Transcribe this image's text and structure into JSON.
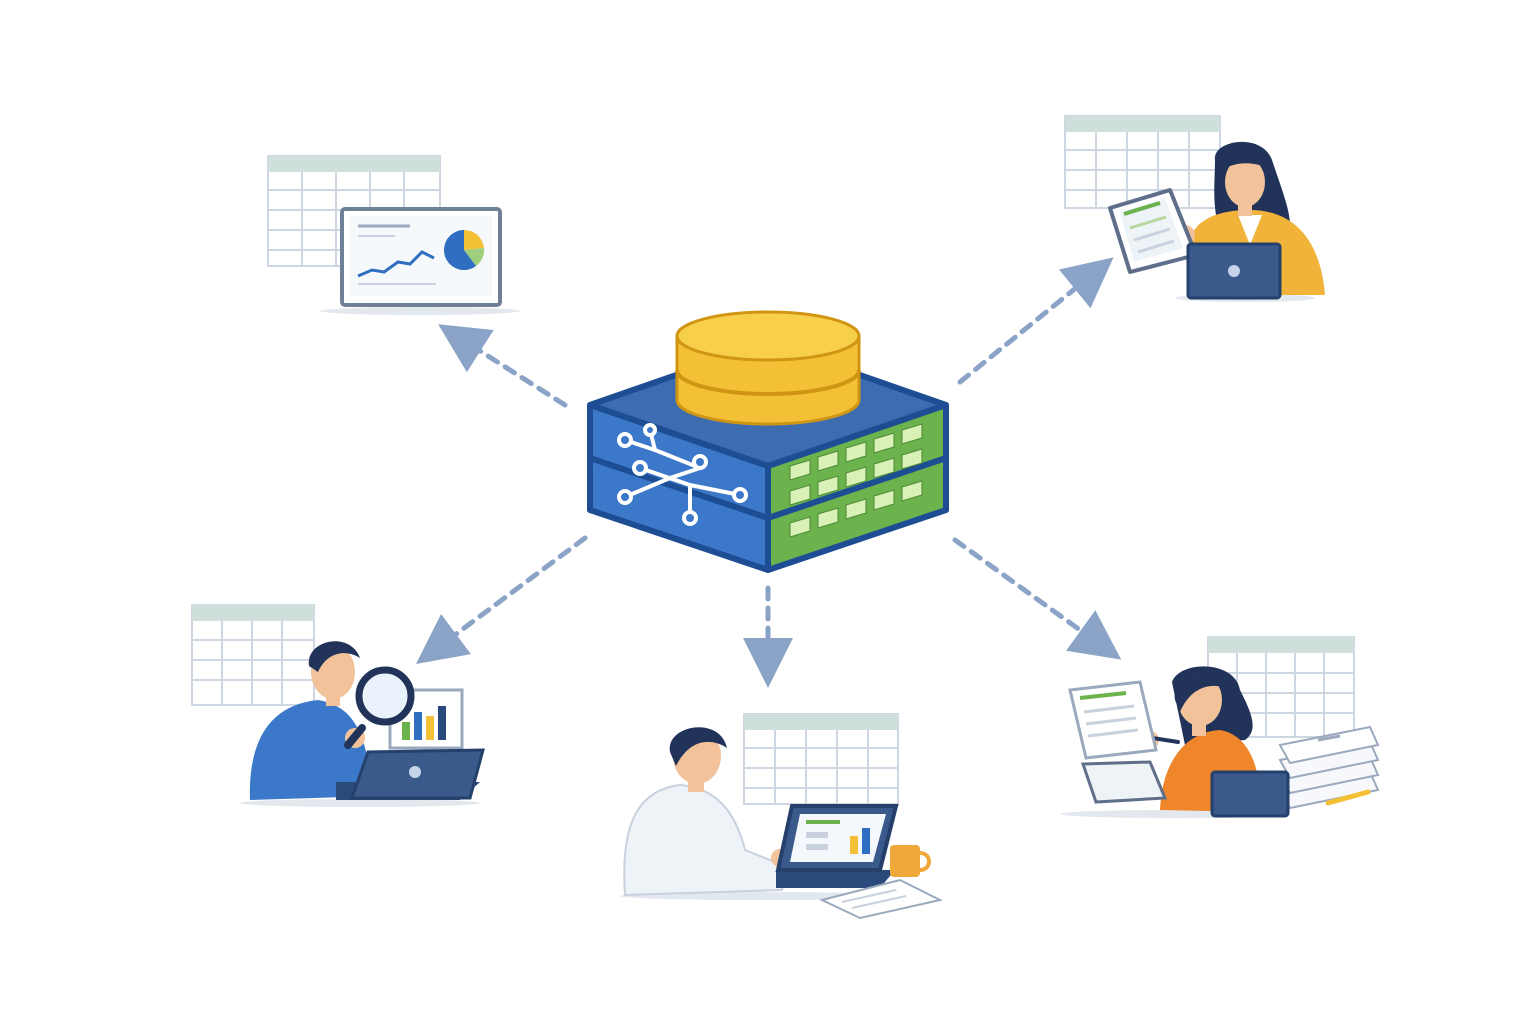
{
  "diagram": {
    "hub": {
      "name": "data-platform",
      "colors": {
        "blue": "#3b78c9",
        "blue_dark": "#1d4e94",
        "green": "#6cb24d",
        "green_light": "#d9f0b6",
        "gold": "#f3c036",
        "gold_dark": "#cf9513"
      }
    },
    "arrows": {
      "style": "dashed",
      "color": "#8aa3c7",
      "direction": "outward",
      "count": 5
    },
    "spokes": [
      {
        "name": "dashboard-display",
        "position_word": "top-left",
        "icon": "monitor-with-charts"
      },
      {
        "name": "woman-with-tablet",
        "position_word": "top-right",
        "icon": "person-with-tablet-and-laptop"
      },
      {
        "name": "man-with-magnifier",
        "position_word": "bottom-left",
        "icon": "person-analyzing-with-magnifying-glass"
      },
      {
        "name": "man-at-laptop",
        "position_word": "bottom-center",
        "icon": "person-working-on-laptop"
      },
      {
        "name": "woman-with-documents",
        "position_word": "bottom-right",
        "icon": "person-reviewing-reports"
      }
    ],
    "palette": {
      "skin": "#f2c39a",
      "hair": "#22335a",
      "table_line": "#cdd6e1",
      "table_head": "#cfe0dc",
      "outline": "#25467c"
    }
  }
}
